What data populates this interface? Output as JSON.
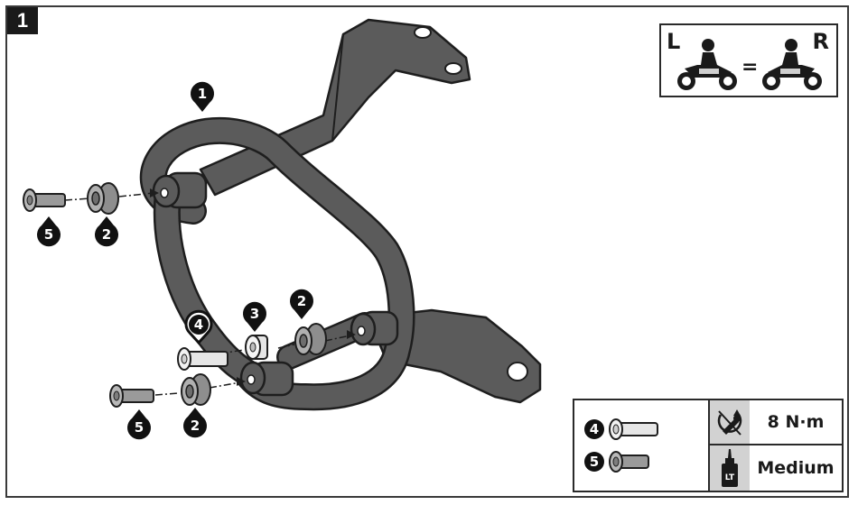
{
  "step": {
    "number": "1"
  },
  "callouts": {
    "c1": "1",
    "c2a": "2",
    "c2b": "2",
    "c2c": "2",
    "c3": "3",
    "c4": "4",
    "c5a": "5",
    "c5b": "5"
  },
  "side_indicator": {
    "left_label": "L",
    "right_label": "R",
    "equals": "="
  },
  "spec_table": {
    "parts": [
      {
        "callout": "4",
        "icon": "long-bolt-icon"
      },
      {
        "callout": "5",
        "icon": "short-bolt-icon"
      }
    ],
    "torque": {
      "icon": "torque-wrench-icon",
      "value": "8 N·m"
    },
    "threadlocker": {
      "icon": "threadlocker-bottle-icon",
      "label": "LT",
      "value": "Medium"
    }
  },
  "colors": {
    "frame_fill": "#5b5b5b",
    "frame_outline": "#1e1e1e",
    "callout_fill": "#111111",
    "gray_cell": "#d2d2d2"
  }
}
